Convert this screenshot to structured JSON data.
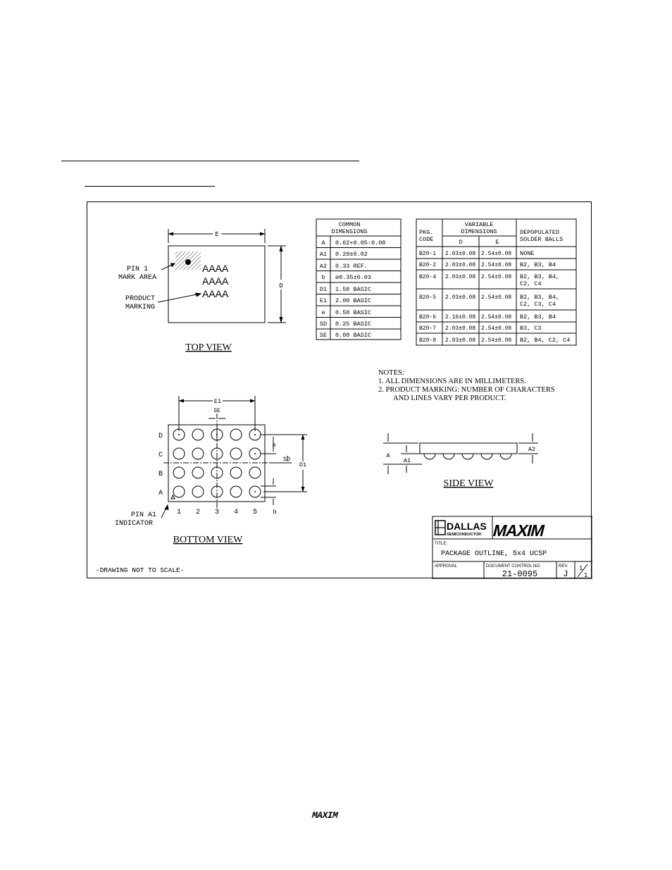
{
  "top_view": {
    "title": "TOP VIEW",
    "dim_e": "E",
    "dim_d": "D",
    "pin1_label_1": "PIN 1",
    "pin1_label_2": "MARK AREA",
    "product_label_1": "PRODUCT",
    "product_label_2": "MARKING",
    "marking_lines": [
      "AAAA",
      "AAAA",
      "AAAA"
    ]
  },
  "common_dimensions": {
    "header_1": "COMMON",
    "header_2": "DIMENSIONS",
    "rows": [
      {
        "sym": "A",
        "val": "0.62+0.05-0.08"
      },
      {
        "sym": "A1",
        "val": "0.29±0.02"
      },
      {
        "sym": "A2",
        "val": "0.33 REF."
      },
      {
        "sym": "b",
        "val": "ø0.35±0.03"
      },
      {
        "sym": "D1",
        "val": "1.50 BASIC"
      },
      {
        "sym": "E1",
        "val": "2.00 BASIC"
      },
      {
        "sym": "e",
        "val": "0.50 BASIC"
      },
      {
        "sym": "SD",
        "val": "0.25 BASIC"
      },
      {
        "sym": "SE",
        "val": "0.00 BASIC"
      }
    ]
  },
  "variable_dimensions": {
    "pkg_1": "PKG.",
    "pkg_2": "CODE",
    "var_1": "VARIABLE",
    "var_2": "DIMENSIONS",
    "col_d": "D",
    "col_e": "E",
    "dep_1": "DEPOPULATED",
    "dep_2": "SOLDER BALLS",
    "rows": [
      {
        "code": "B20-1",
        "d": "2.03±0.08",
        "e": "2.54±0.08",
        "balls": [
          "NONE"
        ]
      },
      {
        "code": "B20-2",
        "d": "2.03±0.08",
        "e": "2.54±0.08",
        "balls": [
          "B2, B3, B4"
        ]
      },
      {
        "code": "B20-4",
        "d": "2.03±0.08",
        "e": "2.54±0.08",
        "balls": [
          "B2, B3, B4,",
          "C2, C4"
        ]
      },
      {
        "code": "B20-5",
        "d": "2.03±0.08",
        "e": "2.54±0.08",
        "balls": [
          "B2, B3, B4,",
          "C2, C3, C4"
        ]
      },
      {
        "code": "B20-6",
        "d": "2.16±0.08",
        "e": "2.54±0.08",
        "balls": [
          "B2, B3, B4"
        ]
      },
      {
        "code": "B20-7",
        "d": "2.03±0.08",
        "e": "2.54±0.08",
        "balls": [
          "B3, C3"
        ]
      },
      {
        "code": "B20-8",
        "d": "2.03±0.08",
        "e": "2.54±0.08",
        "balls": [
          "B2, B4, C2, C4"
        ]
      }
    ]
  },
  "notes": {
    "title": "NOTES:",
    "line_1": "1. ALL DIMENSIONS ARE IN MILLIMETERS.",
    "line_2": "2. PRODUCT MARKING: NUMBER OF CHARACTERS",
    "line_3": "AND LINES VARY PER PRODUCT."
  },
  "bottom_view": {
    "title": "BOTTOM VIEW",
    "dim_e1": "E1",
    "dim_se": "SE",
    "dim_e": "e",
    "dim_sd": "SD",
    "dim_d1": "D1",
    "dim_b": "b",
    "rows": [
      "D",
      "C",
      "B",
      "A"
    ],
    "cols": [
      "1",
      "2",
      "3",
      "4",
      "5"
    ],
    "pin_a1_1": "PIN A1",
    "pin_a1_2": "INDICATOR"
  },
  "side_view": {
    "title": "SIDE VIEW",
    "dim_a": "A",
    "dim_a1": "A1",
    "dim_a2": "A2"
  },
  "title_block": {
    "dallas": "DALLAS",
    "semiconductor": "SEMICONDUCTOR",
    "maxim": "MAXIM",
    "title_label": "TITLE:",
    "title": "PACKAGE OUTLINE, 5x4 UCSP",
    "approval_label": "APPROVAL",
    "doc_label": "DOCUMENT CONTROL NO.",
    "doc_no": "21-0095",
    "rev_label": "REV.",
    "rev": "J",
    "sheet_top": "1",
    "sheet_bottom": "1"
  },
  "drawing_note": "-DRAWING NOT TO SCALE-",
  "footer_logo": "MAXIM"
}
